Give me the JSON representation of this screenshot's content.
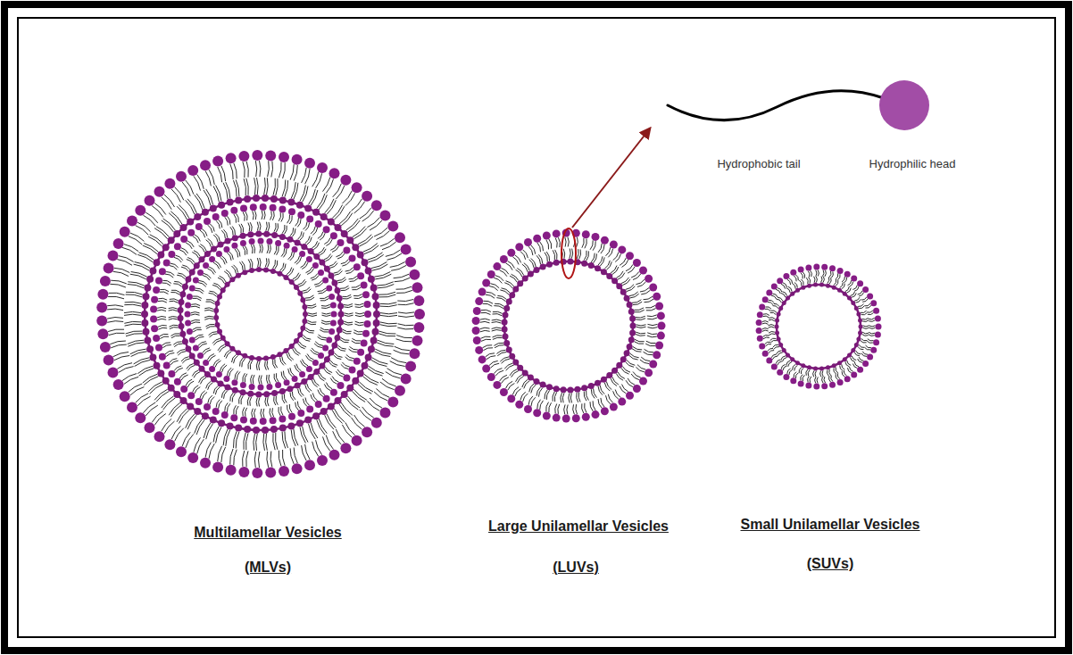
{
  "diagram": {
    "labels": [
      "Hydrophobic tail",
      "Hydrophilic head",
      "Multilamellar Vesicles",
      "(MLVs)",
      "Large Unilamellar Vesicles",
      "(LUVs)",
      "Small Unilamellar Vesicles",
      "(SUVs)"
    ]
  }
}
